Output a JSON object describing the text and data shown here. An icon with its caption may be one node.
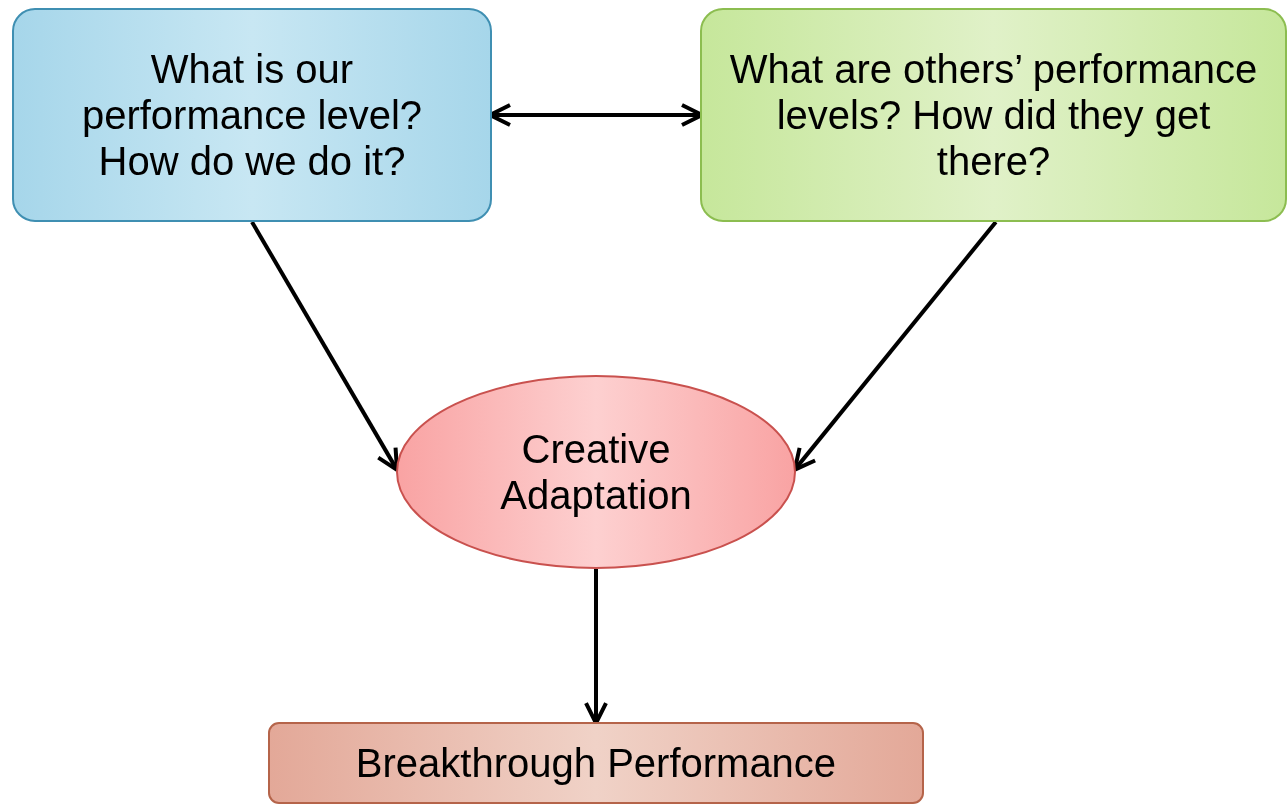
{
  "diagram": {
    "nodes": [
      {
        "text": [
          "What is our performance level? How do we do it?"
        ]
      },
      {
        "text": [
          "What are others’ performance levels? How did they get there?"
        ]
      },
      {
        "text": [
          "Creative Adaptation"
        ]
      },
      {
        "text": [
          "Breakthrough Performance"
        ]
      }
    ],
    "edges": [
      {
        "from": 0,
        "to": 1,
        "arrow": "both"
      },
      {
        "from": 0,
        "to": 2,
        "arrow": "to"
      },
      {
        "from": 1,
        "to": 2,
        "arrow": "to"
      },
      {
        "from": 2,
        "to": 3,
        "arrow": "to"
      }
    ]
  }
}
